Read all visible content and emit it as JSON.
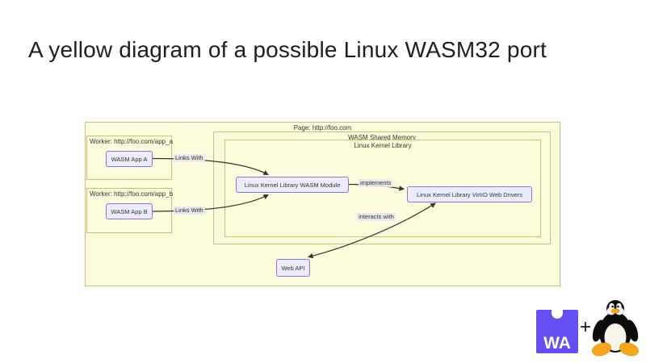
{
  "title": "A yellow diagram of a possible Linux WASM32 port",
  "diagram": {
    "page": {
      "label": "Page: http://foo.com"
    },
    "worker_a": {
      "label": "Worker: http://foo.com/app_a"
    },
    "worker_b": {
      "label": "Worker: http://foo.com/app_b"
    },
    "shared_memory": {
      "label": "WASM Shared Memory"
    },
    "kernel_library": {
      "label": "Linux Kernel Library"
    },
    "nodes": {
      "app_a": {
        "label": "WASM App A"
      },
      "app_b": {
        "label": "WASM App B"
      },
      "module": {
        "label": "Linux Kernel Library WASM Module"
      },
      "virtio": {
        "label": "Linux Kernel Library VirtIO Web Drivers"
      },
      "web_api": {
        "label": "Web API"
      }
    },
    "edges": [
      {
        "from": "WASM App A",
        "to": "Linux Kernel Library WASM Module",
        "label": "Links With",
        "arrow": "single"
      },
      {
        "from": "WASM App B",
        "to": "Linux Kernel Library WASM Module",
        "label": "Links With",
        "arrow": "single"
      },
      {
        "from": "Linux Kernel Library WASM Module",
        "to": "Linux Kernel Library VirtIO Web Drivers",
        "label": "implements",
        "arrow": "single"
      },
      {
        "from": "Linux Kernel Library VirtIO Web Drivers",
        "to": "Web API",
        "label": "interacts with",
        "arrow": "double"
      }
    ],
    "colors": {
      "cluster_fill": "#fcfcdc",
      "cluster_border": "#c3c379",
      "node_fill": "#ececff",
      "node_border": "#9370db",
      "edge_stroke": "#333333",
      "edge_label_bg": "#e8e8ee"
    }
  },
  "footer": {
    "wasm_logo_label": "WA",
    "plus_sign": "+",
    "wasm_brand_color": "#654ff0",
    "tux_body_color": "#0d0d0d",
    "tux_accent_color": "#f6a71d"
  }
}
